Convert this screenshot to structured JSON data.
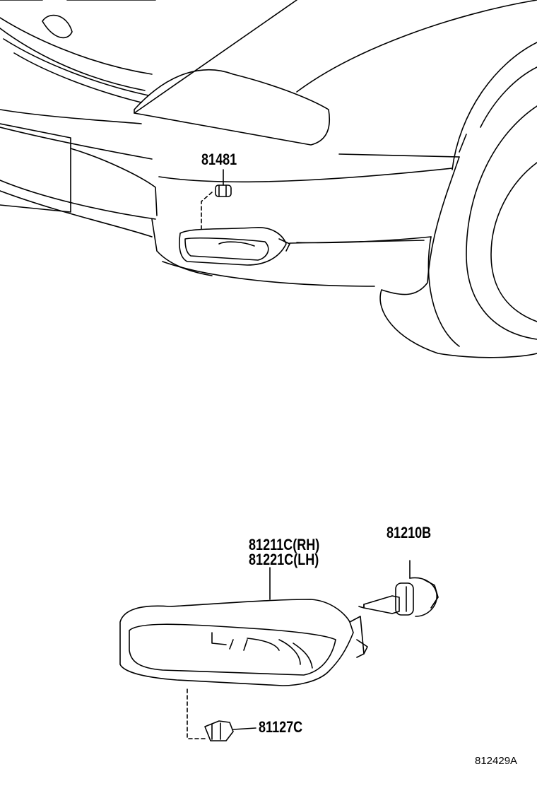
{
  "labels": {
    "part_81481": "81481",
    "part_81211c": "81211C(RH)",
    "part_81221c": "81221C(LH)",
    "part_81210b": "81210B",
    "part_81127c": "81127C"
  },
  "illustration_code": "812429A",
  "colors": {
    "line": "#000000",
    "background": "#ffffff"
  }
}
